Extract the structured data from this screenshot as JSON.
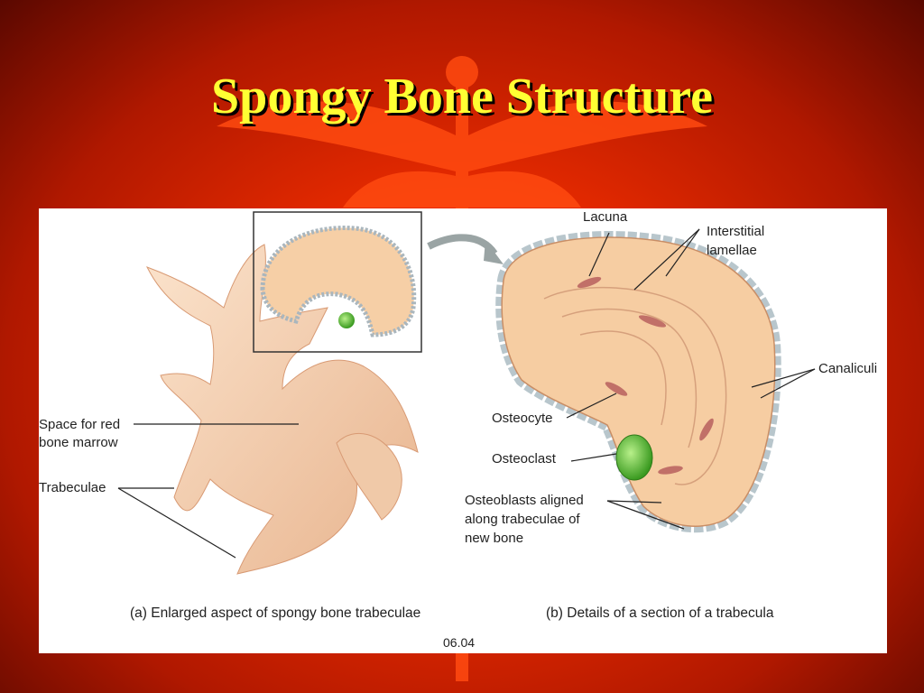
{
  "slide": {
    "title": "Spongy Bone Structure",
    "colors": {
      "background": "#e62a00",
      "title": "#ffff33",
      "title_shadow": "#000000",
      "emblem": "#ff4a10"
    },
    "emblem_icon": "caduceus-icon"
  },
  "figure": {
    "labels": {
      "space_marrow_1": "Space for red",
      "space_marrow_2": "bone marrow",
      "trabeculae": "Trabeculae",
      "lacuna": "Lacuna",
      "interstitial_1": "Interstitial",
      "interstitial_2": "lamellae",
      "canaliculi": "Canaliculi",
      "osteocyte": "Osteocyte",
      "osteoclast": "Osteoclast",
      "osteoblasts_1": "Osteoblasts aligned",
      "osteoblasts_2": "along trabeculae of",
      "osteoblasts_3": "new bone"
    },
    "captions": {
      "a": "(a) Enlarged aspect of spongy bone trabeculae",
      "b": "(b) Details of a section of a trabecula",
      "figure_number": "06.04"
    }
  }
}
